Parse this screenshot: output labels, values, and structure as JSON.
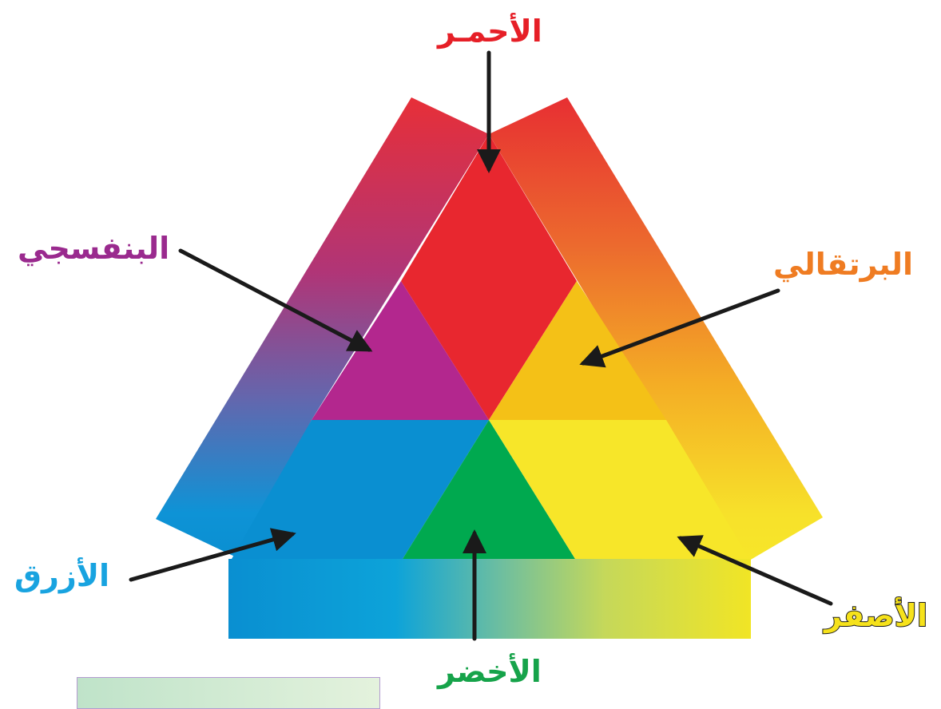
{
  "labels": {
    "red": "الأحمـر",
    "violet": "البنفسجي",
    "orange": "البرتقالي",
    "blue": "الأزرق",
    "yellow": "الأصفر",
    "green": "الأخضر"
  },
  "colors": {
    "red": "#e8272f",
    "violet": "#b3278e",
    "orange": "#f4c117",
    "blue": "#0a8fd1",
    "yellow": "#f7e629",
    "green": "#00a94f",
    "label_red": "#e61f27",
    "label_violet": "#9a2a8e",
    "label_orange": "#ef7c22",
    "label_blue": "#18a3e0",
    "label_yellow": "#f6e21b",
    "label_green": "#16a34a",
    "arrow": "#1a1a1a"
  }
}
